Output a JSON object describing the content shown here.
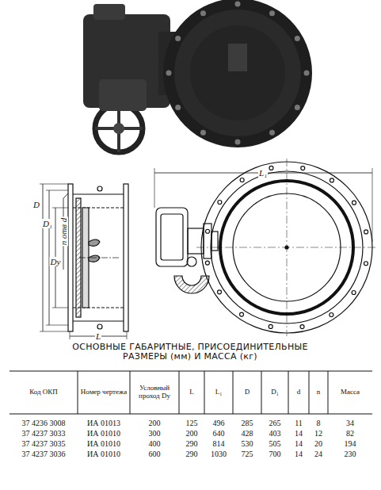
{
  "diagram": {
    "title": "ОСНОВНЫЕ ГАБАРИТНЫЕ, ПРИСОЕДИНИТЕЛЬНЫЕ РАЗМЕРЫ (мм) И МАССА (кг)",
    "labels": [
      "D",
      "D₁",
      "Dу",
      "n отв d",
      "L",
      "L₁",
      "Код ОКП",
      "Номер чертежа",
      "Условный проход Dу",
      "L",
      "L₁",
      "D",
      "D₁",
      "d",
      "n",
      "Масса",
      "37 4236 3008",
      "ИА 01013",
      "200",
      "125",
      "496",
      "285",
      "265",
      "11",
      "8",
      "34",
      "37 4237 3033",
      "ИА 01010",
      "300",
      "200",
      "640",
      "428",
      "403",
      "14",
      "12",
      "82",
      "37 4237 3035",
      "ИА 01010",
      "400",
      "290",
      "814",
      "530",
      "505",
      "14",
      "20",
      "194",
      "37 4237 3036",
      "ИА 01010",
      "600",
      "290",
      "1030",
      "725",
      "700",
      "14",
      "24",
      "230"
    ]
  }
}
